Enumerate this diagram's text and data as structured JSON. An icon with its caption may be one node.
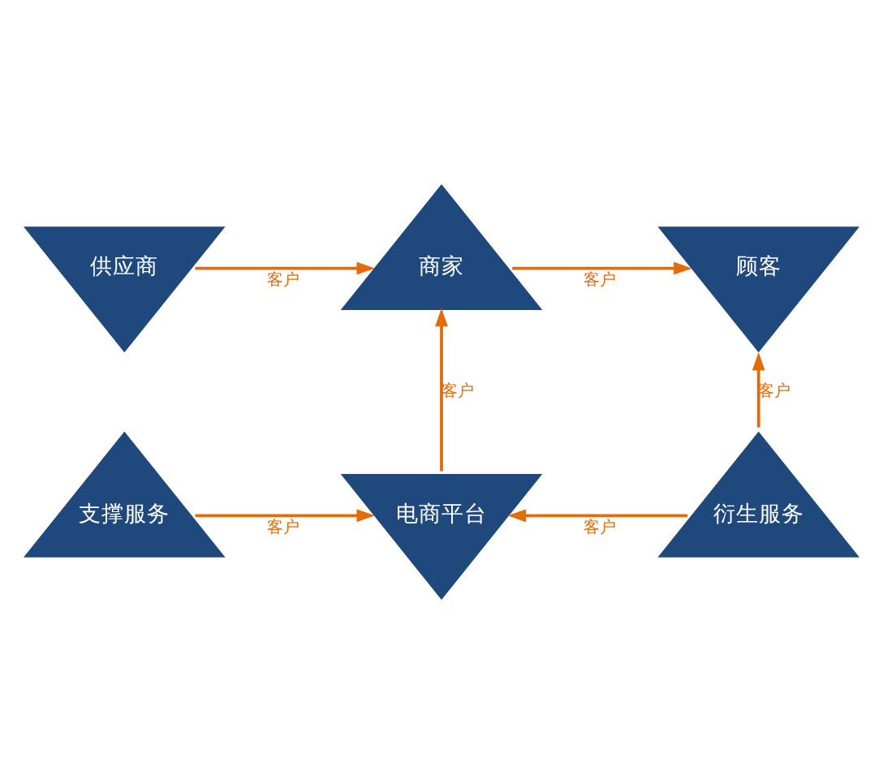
{
  "diagram": {
    "nodes": [
      {
        "text": [
          "供应商"
        ]
      },
      {
        "text": [
          "商家"
        ]
      },
      {
        "text": [
          "顾客"
        ]
      },
      {
        "text": [
          "支撑服务"
        ]
      },
      {
        "text": [
          "电商平台"
        ]
      },
      {
        "text": [
          "衍生服务"
        ]
      }
    ],
    "edges": [
      {
        "from": 0,
        "to": 1,
        "arrow": "to",
        "label": "客户"
      },
      {
        "from": 1,
        "to": 2,
        "arrow": "to",
        "label": "客户"
      },
      {
        "from": 4,
        "to": 1,
        "arrow": "to",
        "label": "客户"
      },
      {
        "from": 3,
        "to": 4,
        "arrow": "to",
        "label": "客户"
      },
      {
        "from": 5,
        "to": 2,
        "arrow": "to",
        "label": "客户"
      },
      {
        "from": 5,
        "to": 4,
        "arrow": "to",
        "label": "客户"
      }
    ]
  }
}
